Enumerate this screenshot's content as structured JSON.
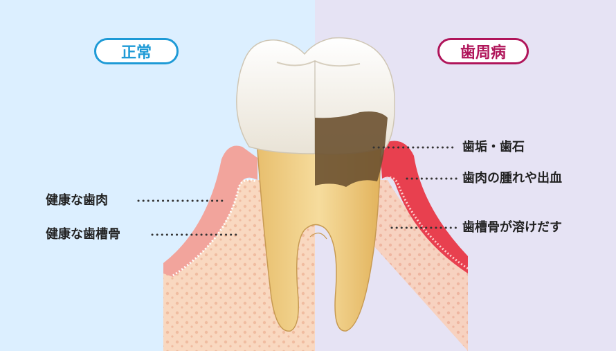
{
  "left_panel": {
    "badge": "正常",
    "labels": [
      "健康な歯肉",
      "健康な歯槽骨"
    ]
  },
  "right_panel": {
    "badge": "歯周病",
    "labels": [
      "歯垢・歯石",
      "歯肉の腫れや出血",
      "歯槽骨が溶けだす"
    ]
  },
  "colors": {
    "left_bg": "#dcefff",
    "right_bg": "#e6e3f4",
    "normal_accent": "#1e9ad6",
    "disease_accent": "#b0155a",
    "gum_healthy": "#f2a49c",
    "gum_inflamed": "#e8404f",
    "bone": "#f9d8c0",
    "tooth_crown": "#f3efe6",
    "tooth_root": "#ecc87a",
    "tartar": "#6b5130"
  },
  "icons": [
    "tooth-illustration",
    "dotted-leader-line"
  ]
}
